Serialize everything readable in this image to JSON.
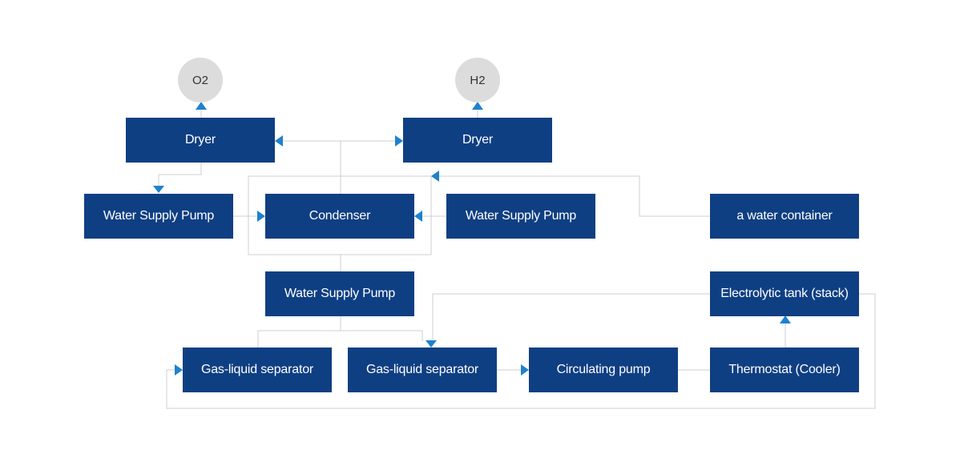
{
  "colors": {
    "box": "#0f3f83",
    "line": "#cfcfcf",
    "arrow": "#1e82cf",
    "circle": "#dcdcdc"
  },
  "outputs": {
    "o2": "O2",
    "h2": "H2"
  },
  "nodes": {
    "dryer_left": "Dryer",
    "dryer_right": "Dryer",
    "pump_left": "Water Supply Pump",
    "condenser": "Condenser",
    "pump_right": "Water Supply Pump",
    "water_container": "a water container",
    "pump_center": "Water Supply Pump",
    "electrolytic_tank": "Electrolytic tank (stack)",
    "separator_left": "Gas-liquid separator",
    "separator_right": "Gas-liquid separator",
    "circulating_pump": "Circulating pump",
    "thermostat": "Thermostat (Cooler)"
  }
}
